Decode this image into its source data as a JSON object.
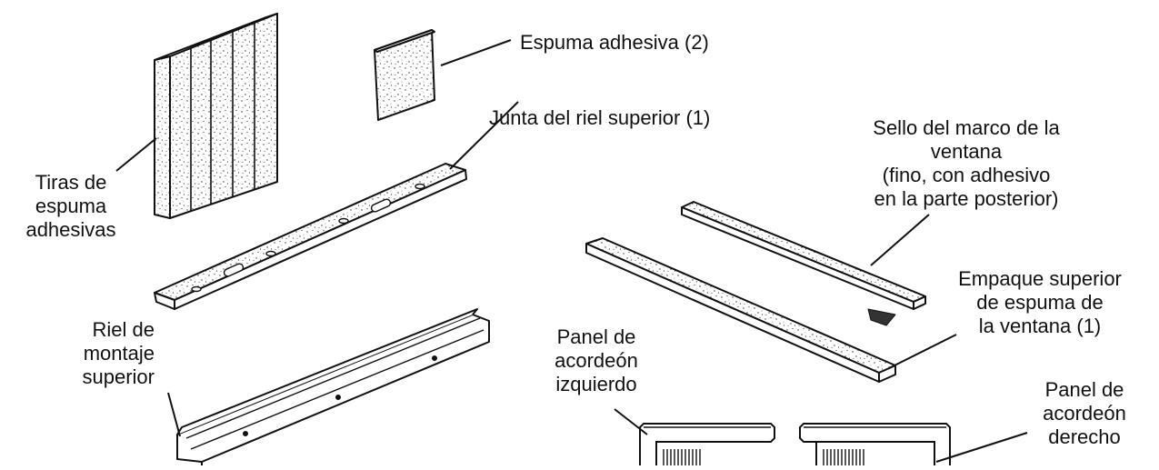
{
  "labels": {
    "foam_strips": [
      "Tiras de",
      "espuma",
      "adhesivas"
    ],
    "adhesive_foam": "Espuma adhesiva (2)",
    "top_rail_gasket": "Junta del riel superior (1)",
    "frame_seal": [
      "Sello del marco de la",
      "ventana",
      "(fino, con adhesivo",
      "en la parte posterior)"
    ],
    "top_rail": [
      "Riel de",
      "montaje",
      "superior"
    ],
    "window_foam_gasket": [
      "Empaque superior",
      "de espuma de",
      "la ventana (1)"
    ],
    "left_panel": [
      "Panel de",
      "acordeón",
      "izquierdo"
    ],
    "right_panel": [
      "Panel de",
      "acordeón",
      "derecho"
    ]
  }
}
